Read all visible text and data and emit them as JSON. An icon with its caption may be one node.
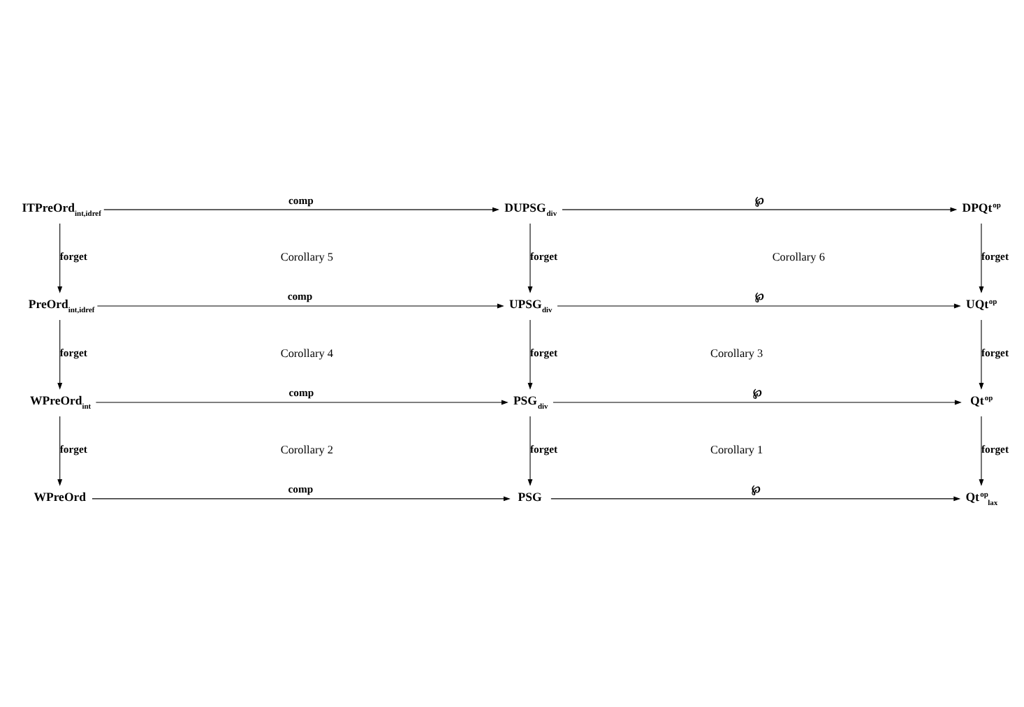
{
  "diagram": {
    "nodes": [
      {
        "text": [
          "ITPreOrd$_{int,idref}$"
        ]
      },
      {
        "text": [
          "DUPSG$_{div}$"
        ]
      },
      {
        "text": [
          "DPQt$^{op}$"
        ]
      },
      {
        "text": [
          "PreOrd$_{int,idref}$"
        ]
      },
      {
        "text": [
          "UPSG$_{div}$"
        ]
      },
      {
        "text": [
          "UQt$^{op}$"
        ]
      },
      {
        "text": [
          "WPreOrd$_{int}$"
        ]
      },
      {
        "text": [
          "PSG$_{div}$"
        ]
      },
      {
        "text": [
          "Qt$^{op}$"
        ]
      },
      {
        "text": [
          "WPreOrd"
        ]
      },
      {
        "text": [
          "PSG"
        ]
      },
      {
        "text": [
          "Qt$^{op}$$_{lax}$"
        ]
      }
    ],
    "edges": [
      {
        "from": 0,
        "to": 1,
        "arrow": "to",
        "label": "comp"
      },
      {
        "from": 1,
        "to": 2,
        "arrow": "to",
        "label": "℘"
      },
      {
        "from": 0,
        "to": 3,
        "arrow": "to",
        "label": "forget"
      },
      {
        "from": 1,
        "to": 4,
        "arrow": "to",
        "label": "forget"
      },
      {
        "from": 2,
        "to": 5,
        "arrow": "to",
        "label": "forget"
      },
      {
        "from": 3,
        "to": 4,
        "arrow": "to",
        "label": "comp"
      },
      {
        "from": 4,
        "to": 5,
        "arrow": "to",
        "label": "℘"
      },
      {
        "from": 3,
        "to": 6,
        "arrow": "to",
        "label": "forget"
      },
      {
        "from": 4,
        "to": 7,
        "arrow": "to",
        "label": "forget"
      },
      {
        "from": 5,
        "to": 8,
        "arrow": "to",
        "label": "forget"
      },
      {
        "from": 6,
        "to": 7,
        "arrow": "to",
        "label": "comp"
      },
      {
        "from": 7,
        "to": 8,
        "arrow": "to",
        "label": "℘"
      },
      {
        "from": 6,
        "to": 9,
        "arrow": "to",
        "label": "forget"
      },
      {
        "from": 7,
        "to": 10,
        "arrow": "to",
        "label": "forget"
      },
      {
        "from": 8,
        "to": 11,
        "arrow": "to",
        "label": "forget"
      },
      {
        "from": 9,
        "to": 10,
        "arrow": "to",
        "label": "comp"
      },
      {
        "from": 10,
        "to": 11,
        "arrow": "to",
        "label": "℘"
      }
    ],
    "labels": [
      "Corollary 5",
      "Corollary 6",
      "Corollary 4",
      "Corollary 3",
      "Corollary 2",
      "Corollary 1"
    ]
  }
}
